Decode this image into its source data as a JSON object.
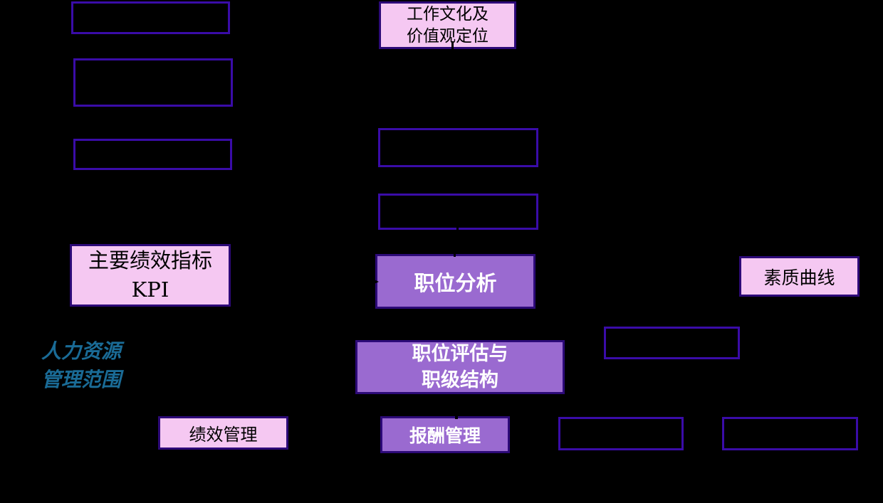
{
  "colors": {
    "background": "#000000",
    "empty_box_border": "#3a0ca8",
    "filled_box_border": "#2d0a78",
    "pink_fill": "#f5c8f2",
    "purple_fill": "#9a6ad0",
    "dark_text": "#000000",
    "light_text": "#ffffff",
    "scope_label_blue": "#1a6b96"
  },
  "diagram": {
    "culture_box": {
      "lines": [
        "工作文化及",
        "价值观定位"
      ]
    },
    "kpi_box": {
      "lines": [
        "主要绩效指标",
        "KPI"
      ]
    },
    "job_analysis_box": {
      "label": "职位分析"
    },
    "quality_curve_box": {
      "label": "素质曲线"
    },
    "job_eval_box": {
      "lines": [
        "职位评估与",
        "职级结构"
      ]
    },
    "perf_mgmt_box": {
      "label": "绩效管理"
    },
    "comp_mgmt_box": {
      "label": "报酬管理"
    },
    "scope_label": {
      "lines": [
        "人力资源",
        "管理范围"
      ]
    },
    "empty_boxes": [
      "left-top",
      "left-middle",
      "left-lower",
      "center-upper",
      "center-lower",
      "right-middle",
      "bottom-right-1",
      "bottom-right-2"
    ]
  }
}
